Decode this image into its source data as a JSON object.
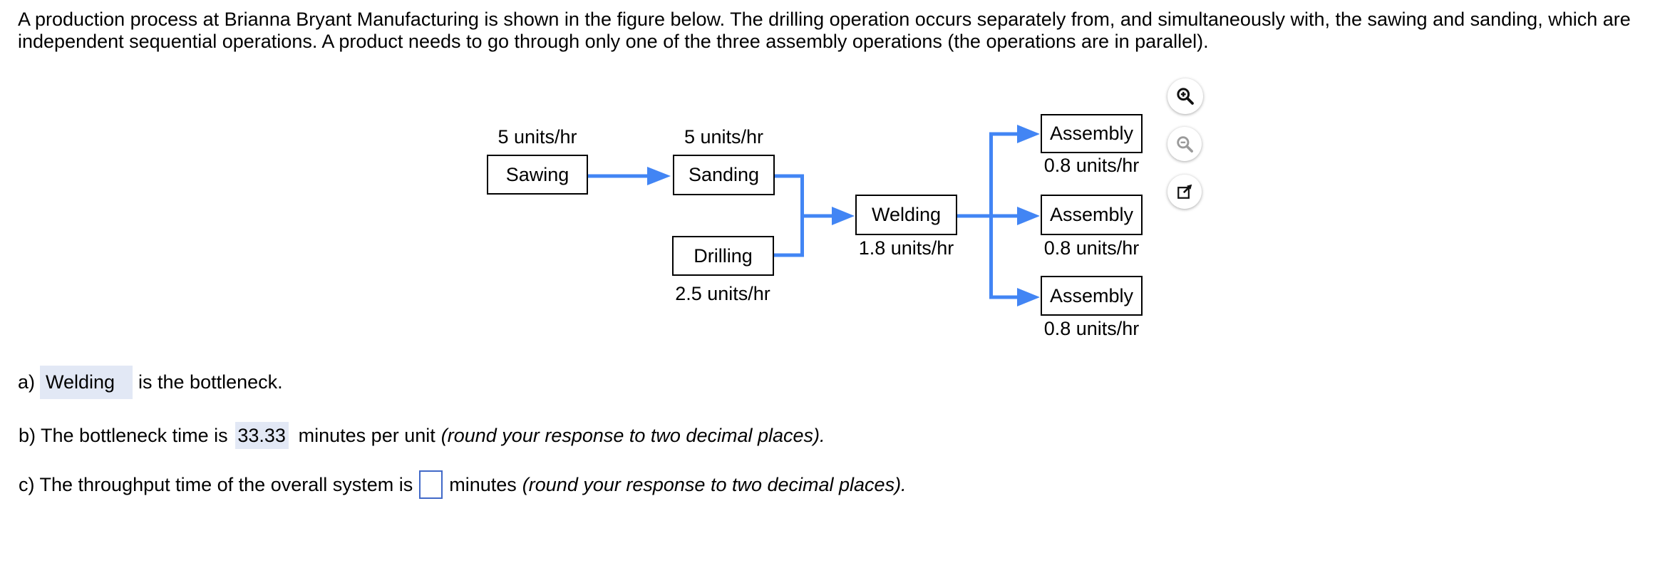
{
  "question": {
    "line1": "A production process at Brianna Bryant Manufacturing is shown in the figure below. The drilling operation occurs separately from, and simultaneously with, the sawing and sanding, which are",
    "line2": "independent sequential operations. A product needs to go through only one of the three assembly operations (the operations are in parallel)."
  },
  "diagram": {
    "sawing": {
      "label": "Sawing",
      "rate": "5 units/hr"
    },
    "sanding": {
      "label": "Sanding",
      "rate": "5 units/hr"
    },
    "drilling": {
      "label": "Drilling",
      "rate": "2.5 units/hr"
    },
    "welding": {
      "label": "Welding",
      "rate": "1.8 units/hr"
    },
    "assembly1": {
      "label": "Assembly",
      "rate": "0.8 units/hr"
    },
    "assembly2": {
      "label": "Assembly",
      "rate": "0.8 units/hr"
    },
    "assembly3": {
      "label": "Assembly",
      "rate": "0.8 units/hr"
    }
  },
  "toolbar": {
    "icons": [
      "zoom-in-icon",
      "zoom-out-icon",
      "open-in-new-window-icon"
    ]
  },
  "answers": {
    "a": {
      "label": "a)",
      "value": "Welding",
      "text": "is the bottleneck."
    },
    "b": {
      "label": "b) The bottleneck time is",
      "value": "33.33",
      "unit": "minutes per unit",
      "note": "(round your response to two decimal places)."
    },
    "c": {
      "label": "c) The throughput time of the overall system is",
      "value": "",
      "unit": "minutes",
      "note": "(round your response to two decimal places)."
    }
  },
  "colors": {
    "arrow": "#4285f4",
    "highlight": "#e2e8f5",
    "input_border": "#4169c8",
    "box_border": "#000000"
  }
}
